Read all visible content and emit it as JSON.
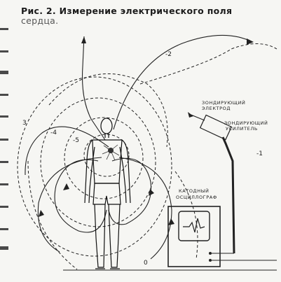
{
  "caption": {
    "label": "Рис. 2.",
    "text": "Измерение электрического поля",
    "text2": "сердца."
  },
  "labels": {
    "probe_electrode_l1": "ЗОНДИРУЮЩИЙ",
    "probe_electrode_l2": "ЭЛЕКТРОД",
    "amplifier_l1": "ЗОНДИРУЮЩИЙ",
    "amplifier_l2": "УСИЛИТЕЛЬ",
    "oscillograph_l1": "КАТОДНЫЙ",
    "oscillograph_l2": "ОСЦИЛЛОГРАФ"
  },
  "field_numbers": {
    "n_minus2": "-2",
    "n_minus3": "3",
    "n_minus4": "-4",
    "n_minus5": "-5",
    "n_minus1": "-1",
    "n_zero": "0"
  }
}
